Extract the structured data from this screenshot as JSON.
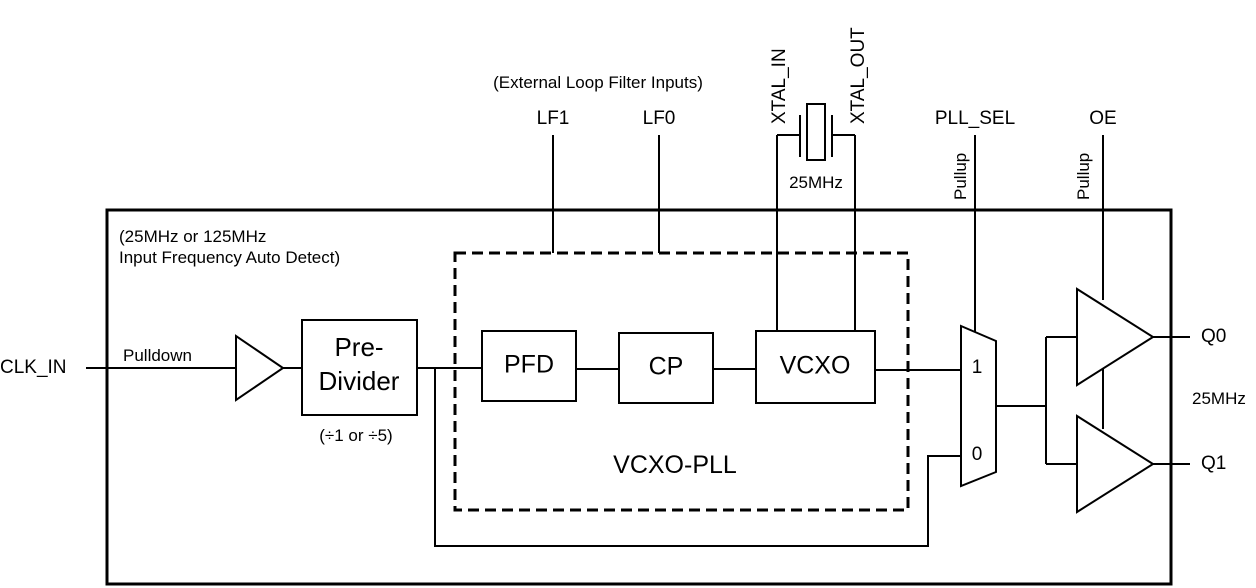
{
  "inputs": {
    "clk_in": "CLK_IN",
    "pulldown": "Pulldown",
    "freq_note_line1": "(25MHz or 125MHz",
    "freq_note_line2": "Input Frequency Auto Detect)"
  },
  "pre_divider": {
    "line1": "Pre-",
    "line2": "Divider",
    "ratio": "(÷1 or ÷5)"
  },
  "loop_filter": {
    "caption": "(External Loop Filter Inputs)",
    "lf1": "LF1",
    "lf0": "LF0"
  },
  "crystal": {
    "xtal_in": "XTAL_IN",
    "xtal_out": "XTAL_OUT",
    "frequency": "25MHz"
  },
  "pll": {
    "pfd": "PFD",
    "cp": "CP",
    "vcxo": "VCXO",
    "name": "VCXO-PLL"
  },
  "mux": {
    "select_pin": "PLL_SEL",
    "select_pull": "Pullup",
    "input1": "1",
    "input0": "0"
  },
  "outputs": {
    "oe_pin": "OE",
    "oe_pull": "Pullup",
    "q0": "Q0",
    "q1": "Q1",
    "frequency": "25MHz"
  }
}
